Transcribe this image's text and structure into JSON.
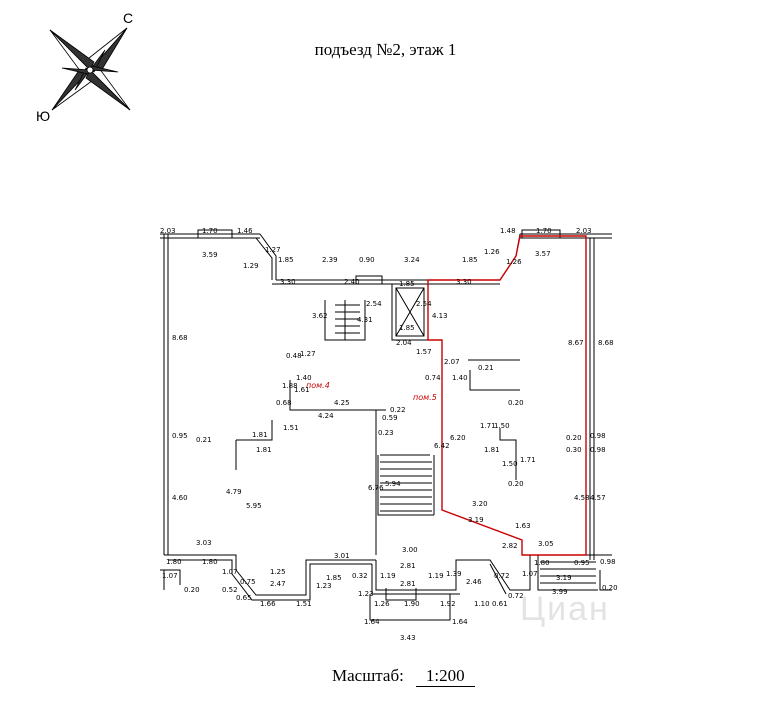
{
  "title": "подъезд №2, этаж 1",
  "compass": {
    "north": "С",
    "south": "Ю"
  },
  "scale": {
    "label": "Масштаб:",
    "value": "1:200"
  },
  "rooms": {
    "room4": "пом.4",
    "room5": "пом.5"
  },
  "highlight_color": "#cc0000",
  "watermark": "Циан",
  "dimensions": {
    "d01": "2.03",
    "d02": "1.70",
    "d03": "1.46",
    "d04": "3.59",
    "d05": "1.27",
    "d06": "1.29",
    "d07": "1.85",
    "d08": "2.39",
    "d09": "0.90",
    "d10": "3.24",
    "d11": "1.85",
    "d12": "1.26",
    "d13": "1.48",
    "d14": "1.70",
    "d15": "2.03",
    "d16": "3.57",
    "d17": "1.26",
    "d18": "3.30",
    "d19": "2.40",
    "d20": "3.30",
    "d21": "1.85",
    "d22": "2.54",
    "d23": "2.54",
    "d24": "4.13",
    "d25": "1.85",
    "d26": "3.62",
    "d27": "4.31",
    "d28": "2.04",
    "d29": "8.68",
    "d30": "8.67",
    "d31": "8.68",
    "d32": "0.48",
    "d33": "1.27",
    "d34": "1.57",
    "d35": "2.07",
    "d36": "1.40",
    "d37": "0.74",
    "d38": "1.40",
    "d39": "0.21",
    "d40": "1.88",
    "d41": "1.61",
    "d42": "0.68",
    "d43": "4.25",
    "d44": "0.22",
    "d45": "4.24",
    "d46": "0.59",
    "d47": "0.20",
    "d48": "1.51",
    "d49": "0.23",
    "d50": "1.81",
    "d51": "1.71",
    "d52": "1.50",
    "d53": "0.95",
    "d54": "0.21",
    "d55": "1.81",
    "d56": "6.42",
    "d57": "6.20",
    "d58": "1.81",
    "d59": "0.20",
    "d60": "0.30",
    "d61": "0.98",
    "d62": "0.98",
    "d63": "1.71",
    "d64": "1.50",
    "d65": "4.79",
    "d66": "5.95",
    "d67": "6.76",
    "d68": "5.94",
    "d69": "0.20",
    "d70": "4.60",
    "d71": "4.58",
    "d72": "4.57",
    "d73": "3.20",
    "d74": "3.19",
    "d75": "1.63",
    "d76": "3.03",
    "d77": "3.05",
    "d78": "2.82",
    "d79": "1.80",
    "d80": "1.07",
    "d81": "0.75",
    "d82": "1.25",
    "d83": "3.01",
    "d84": "3.00",
    "d85": "0.72",
    "d86": "0.52",
    "d87": "0.65",
    "d88": "2.47",
    "d89": "1.85",
    "d90": "0.32",
    "d91": "1.23",
    "d92": "2.81",
    "d93": "2.81",
    "d94": "1.19",
    "d95": "1.19",
    "d96": "1.39",
    "d97": "2.46",
    "d98": "1.07",
    "d99": "0.72",
    "e01": "1.66",
    "e02": "1.51",
    "e03": "1.23",
    "e04": "1.26",
    "e05": "1.90",
    "e06": "1.92",
    "e07": "1.10",
    "e08": "0.61",
    "e09": "1.64",
    "e10": "1.64",
    "e11": "3.43",
    "e12": "1.80",
    "e13": "0.95",
    "e14": "3.19",
    "e15": "3.99",
    "e16": "0.20",
    "e17": "0.20",
    "e18": "1.80",
    "e19": "0.98",
    "e20": "1.07"
  }
}
